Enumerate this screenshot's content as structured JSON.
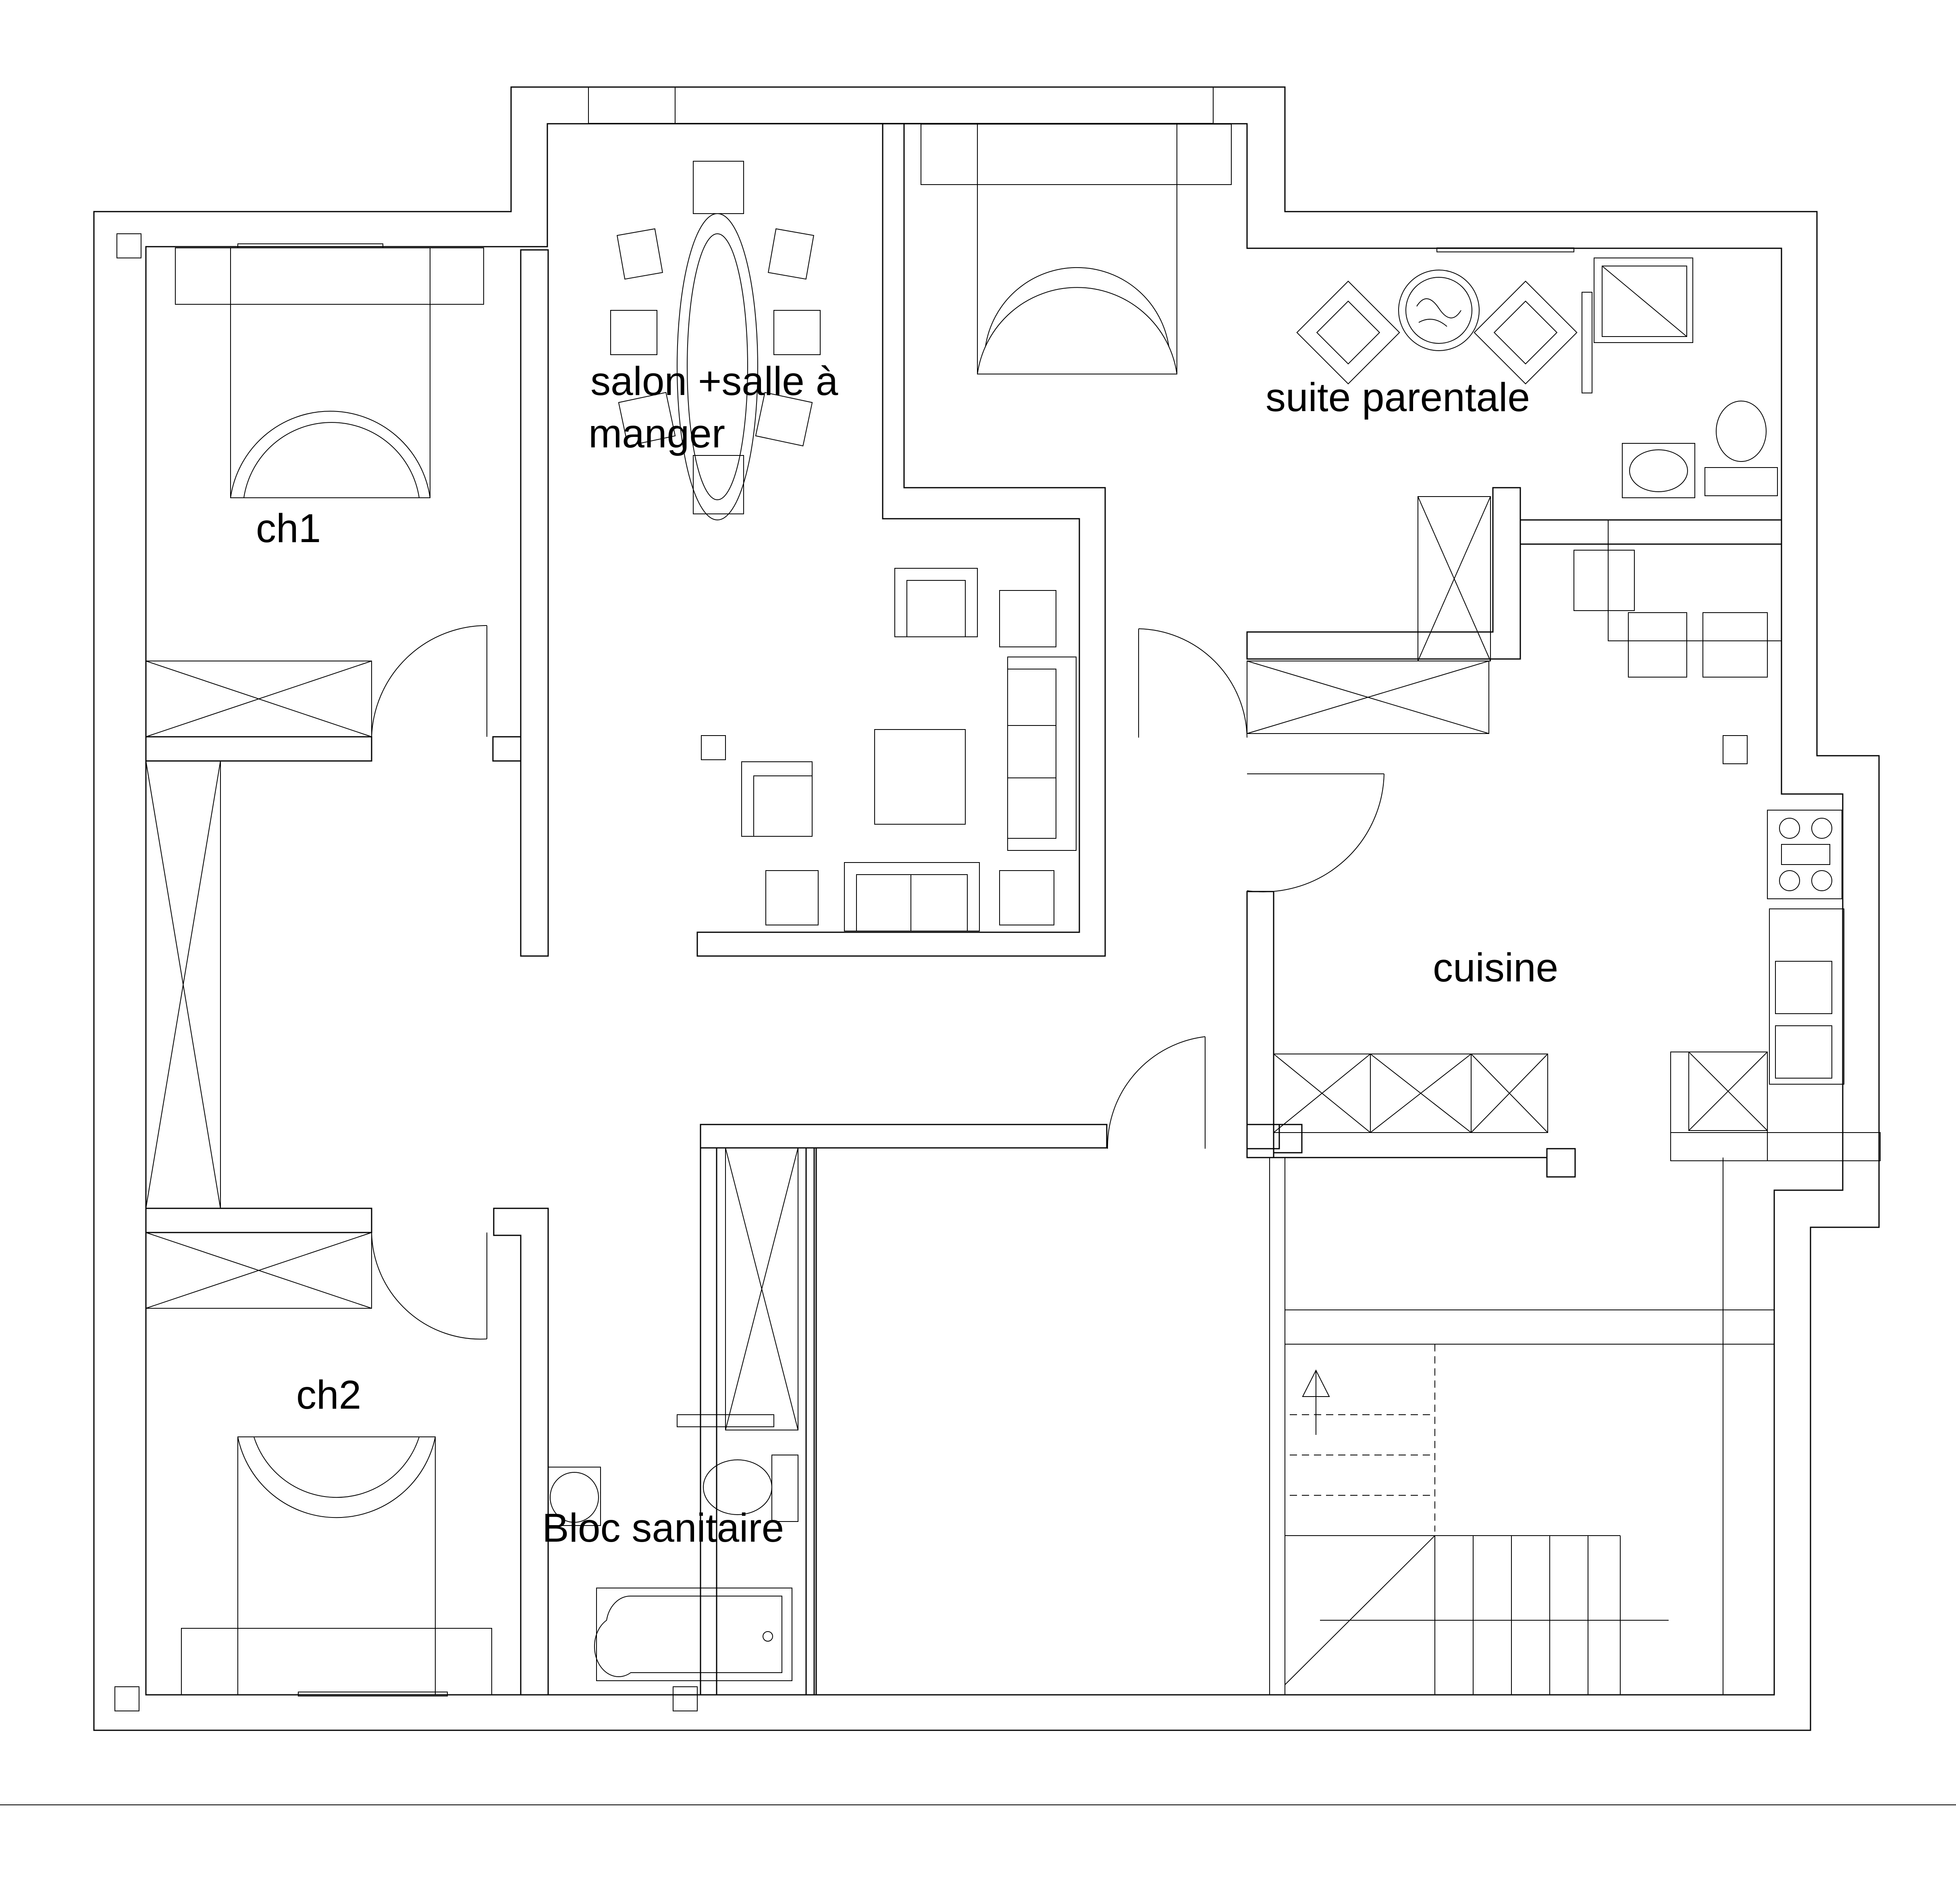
{
  "rooms": {
    "ch1": "ch1",
    "ch2": "ch2",
    "salon_line1": "salon +salle à",
    "salon_line2": "manger",
    "suite": "suite parentale",
    "cuisine": "cuisine",
    "bloc": "Bloc sanitaire"
  }
}
